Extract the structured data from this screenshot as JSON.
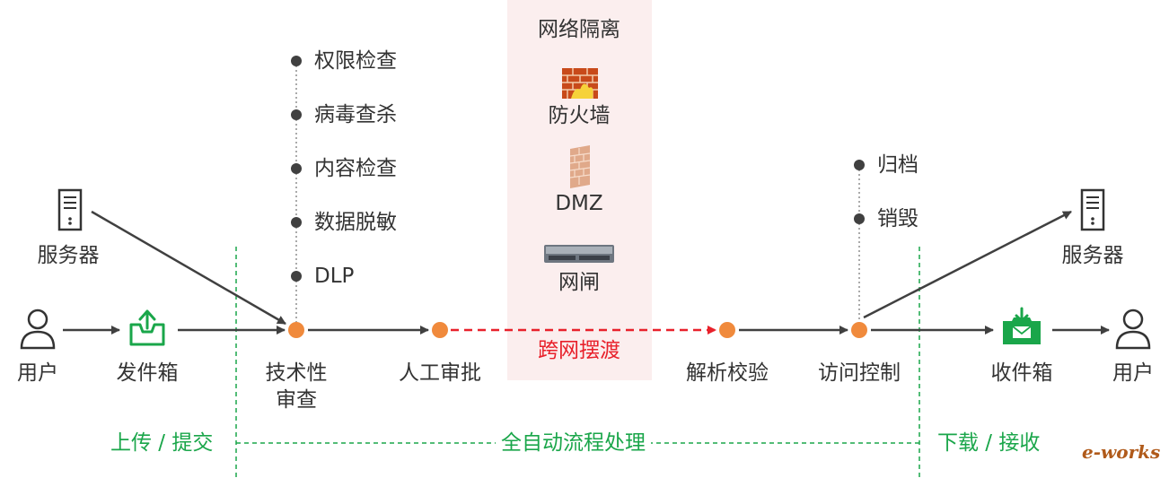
{
  "zone": {
    "title": "网络隔离",
    "firewall": "防火墙",
    "dmz": "DMZ",
    "gateway": "网闸"
  },
  "nodes": {
    "user_left": "用户",
    "server_left": "服务器",
    "outbox": "发件箱",
    "tech_review_1": "技术性",
    "tech_review_2": "审查",
    "manual_approval": "人工审批",
    "cross_net": "跨网摆渡",
    "parse_verify": "解析校验",
    "access_control": "访问控制",
    "inbox": "收件箱",
    "user_right": "用户",
    "server_right": "服务器"
  },
  "checks": [
    "权限检查",
    "病毒查杀",
    "内容检查",
    "数据脱敏",
    "DLP"
  ],
  "post_actions": [
    "归档",
    "销毁"
  ],
  "phases": {
    "upload": "上传 / 提交",
    "auto": "全自动流程处理",
    "download": "下载 / 接收"
  },
  "logo": "e-works",
  "colors": {
    "green": "#1aa64a",
    "orange": "#f08a3c",
    "red": "#e8212b",
    "zone_bg": "#fbeeee"
  }
}
